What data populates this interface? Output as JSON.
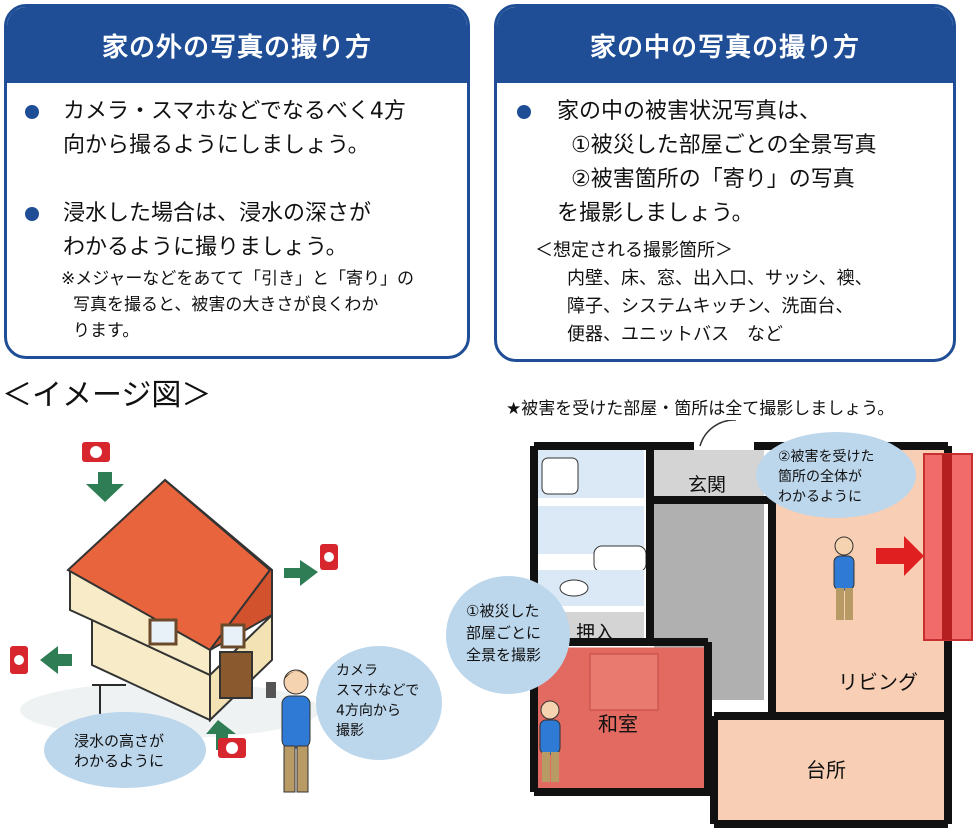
{
  "left_panel": {
    "title": "家の外の写真の撮り方",
    "bullet1_line1": "カメラ・スマホなどでなるべく4方",
    "bullet1_line2": "向から撮るようにしましょう。",
    "bullet2_line1": "浸水した場合は、浸水の深さが",
    "bullet2_line2": "わかるように撮りましょう。",
    "note_line1": "※メジャーなどをあてて「引き」と「寄り」の",
    "note_line2": "写真を撮ると、被害の大きさが良くわか",
    "note_line3": "ります。"
  },
  "right_panel": {
    "title": "家の中の写真の撮り方",
    "line1": "家の中の被害状況写真は、",
    "line2": "①被災した部屋ごとの全景写真",
    "line3": "②被害箇所の「寄り」の写真",
    "line4": "を撮影しましょう。",
    "sub_heading": "＜想定される撮影箇所＞",
    "places_line1": "内壁、床、窓、出入口、サッシ、襖、",
    "places_line2": "障子、システムキッチン、洗面台、",
    "places_line3": "便器、ユニットバス　など"
  },
  "image_heading": "＜イメージ図＞",
  "star_note": "★被害を受けた部屋・箇所は全て撮影しましょう。",
  "house_illustration": {
    "bubble_water_line1": "浸水の高さが",
    "bubble_water_line2": "わかるように",
    "bubble_camera_line1": "カメラ",
    "bubble_camera_line2": "スマホなどで",
    "bubble_camera_line3": "4方向から",
    "bubble_camera_line4": "撮影"
  },
  "floor_plan": {
    "room_entrance": "玄関",
    "room_closet": "押入",
    "room_japanese": "和室",
    "room_living": "リビング",
    "room_kitchen": "台所",
    "bubble_room_line1": "①被災した",
    "bubble_room_line2": "部屋ごとに",
    "bubble_room_line3": "全景を撮影",
    "bubble_damage_line1": "②被害を受けた",
    "bubble_damage_line2": "箇所の全体が",
    "bubble_damage_line3": "わかるように"
  },
  "colors": {
    "panel_blue": "#1f4e96",
    "roof": "#e8643c",
    "wall": "#f8ecc8",
    "arrow_green": "#2e7d55",
    "camera_red": "#d8262e",
    "bubble": "#bcd6ec",
    "living_floor": "#f8cfb4",
    "japanese_room": "#e26a60",
    "damage_red": "#f26b6b"
  }
}
